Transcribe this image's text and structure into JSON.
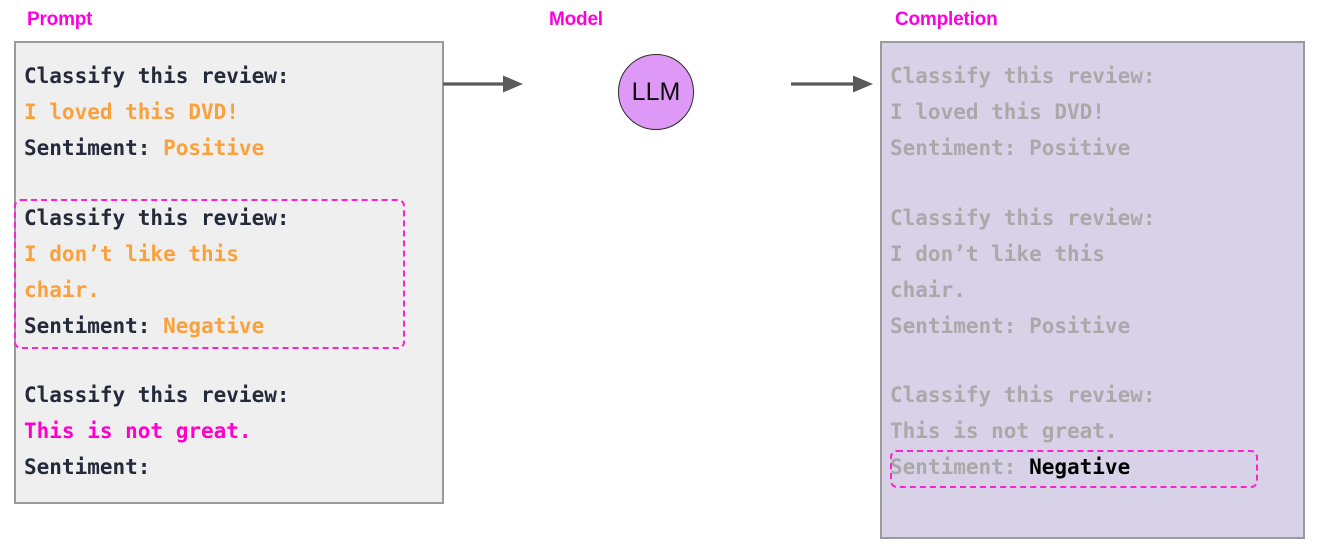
{
  "titles": {
    "prompt": "Prompt",
    "model": "Model",
    "completion": "Completion"
  },
  "colors": {
    "heading_magenta": "#ff00dd",
    "highlight_magenta": "#ff22cc",
    "prompt_text_dark": "#252a3a",
    "prompt_text_orange": "#fba13c",
    "prompt_text_query": "#ff00cc",
    "completion_text_grey": "#a9a9a9",
    "completion_text_black": "#000000",
    "prompt_panel_bg": "#efefef",
    "completion_panel_bg": "#d8d2e8",
    "panel_border": "#9a9a9a",
    "llm_fill": "#dd99f5",
    "arrow_grey": "#5a5a5a"
  },
  "model": {
    "node_label": "LLM"
  },
  "prompt": {
    "examples": [
      {
        "instruction": "Classify this review:",
        "review": "I loved this DVD!",
        "label_prefix": "Sentiment: ",
        "label_value": "Positive",
        "highlighted": false
      },
      {
        "instruction": "Classify this review:",
        "review_line1": "I don’t like this",
        "review_line2": "chair.",
        "label_prefix": "Sentiment: ",
        "label_value": "Negative",
        "highlighted": true
      },
      {
        "instruction": "Classify this review:",
        "review": "This is not great.",
        "label_prefix": "Sentiment:",
        "label_value": "",
        "highlighted": false
      }
    ]
  },
  "completion": {
    "examples": [
      {
        "instruction": "Classify this review:",
        "review": "I loved this DVD!",
        "label_prefix": "Sentiment: ",
        "label_value": "Positive",
        "highlighted": false
      },
      {
        "instruction": "Classify this review:",
        "review_line1": "I don’t like this",
        "review_line2": "chair.",
        "label_prefix": "Sentiment: ",
        "label_value": "Positive",
        "highlighted": false
      },
      {
        "instruction": "Classify this review:",
        "review": "This is not great.",
        "label_prefix": "Sentiment: ",
        "label_value": "Negative",
        "highlighted": true
      }
    ]
  },
  "arrows": {
    "prompt_to_model": "arrow-right",
    "model_to_completion": "arrow-right"
  }
}
